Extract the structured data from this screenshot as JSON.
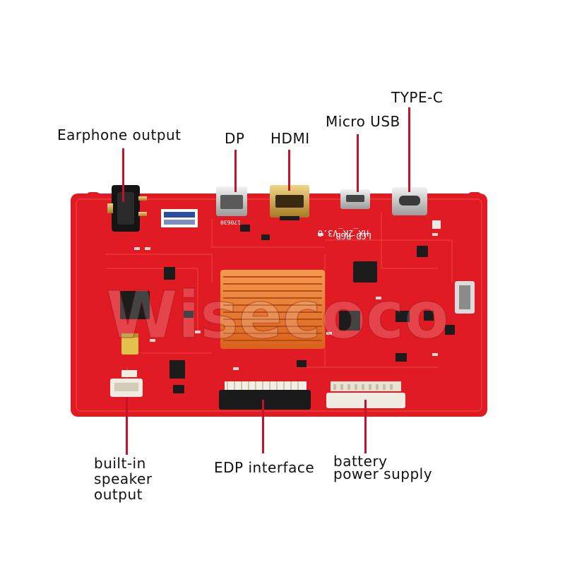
{
  "labels": {
    "earphone": "Earphone output",
    "dp": "DP",
    "hdmi": "HDMI",
    "micro_usb": "Micro USB",
    "type_c": "TYPE-C",
    "speaker_line1": "built-in",
    "speaker_line2": "speaker",
    "speaker_line3": "output",
    "edp": "EDP interface",
    "battery_line1": "battery",
    "battery_line2": "power supply"
  },
  "pcb_text": {
    "version": "HX_2K_V3.0",
    "model": "LCD-RGB",
    "watermark": "Wisecoco"
  },
  "colors": {
    "pcb": "#e11b24",
    "pointer": "#c4122b",
    "heatsink": "#e8782a"
  }
}
